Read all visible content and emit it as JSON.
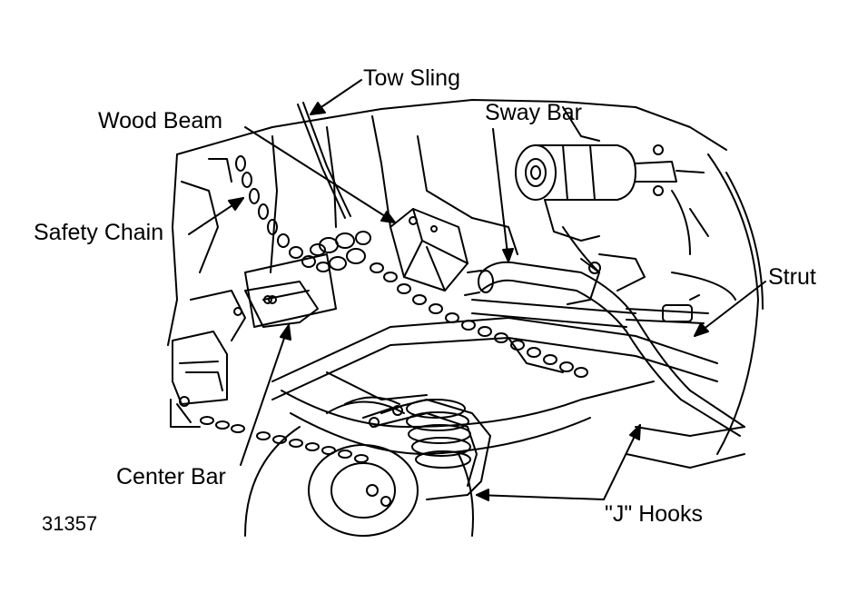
{
  "figure_number": "31357",
  "labels": {
    "tow_sling": "Tow Sling",
    "wood_beam": "Wood Beam",
    "sway_bar": "Sway Bar",
    "safety_chain": "Safety Chain",
    "strut": "Strut",
    "center_bar": "Center Bar",
    "j_hooks": "\"J\" Hooks"
  },
  "colors": {
    "line": "#000000",
    "background": "#ffffff"
  }
}
